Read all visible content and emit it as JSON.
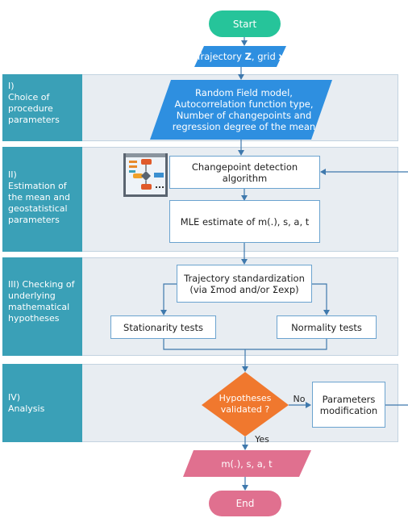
{
  "start": "Start",
  "end": "End",
  "input": {
    "prefix": "Trajectory ",
    "var1": "Z",
    "mid": ", grid ",
    "var2": "x"
  },
  "sections": [
    {
      "title": "I)\nChoice of\nprocedure\nparameters"
    },
    {
      "title": "II)\nEstimation of\nthe mean and\ngeostatistical\nparameters"
    },
    {
      "title": "III) Checking of\nunderlying\nmathematical\nhypotheses"
    },
    {
      "title": "IV)\nAnalysis"
    }
  ],
  "params_box": "Random Field model,\nAutocorrelation function type,\nNumber of changepoints and\nregression degree of the mean",
  "changepoint_box": "Changepoint detection algorithm",
  "mle_box": "MLE estimate of m(.), s, a, t",
  "standardization_box": "Trajectory standardization\n(via Σmod and/or Σexp)",
  "stationarity_box": "Stationarity tests",
  "normality_box": "Normality tests",
  "decision": "Hypotheses\nvalidated ?",
  "no_label": "No",
  "yes_label": "Yes",
  "modification_box": "Parameters\nmodification",
  "output": "m(.), s, a, t",
  "colors": {
    "terminal": "#26c49a",
    "io": "#2e8fe0",
    "sidebar": "#3aa0b7",
    "decision": "#f0782e",
    "output": "#e0708f",
    "arrow": "#3f79ad"
  }
}
